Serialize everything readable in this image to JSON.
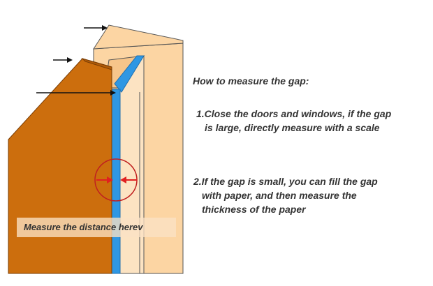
{
  "instructions": {
    "heading": "How to measure the gap:",
    "step1": [
      "1.Close the doors and windows, if the gap",
      "is large, directly measure with a scale"
    ],
    "step2": [
      "2.If the gap is small, you can fill the gap",
      "with paper, and then measure the",
      "thickness of the paper"
    ]
  },
  "diagram": {
    "caption": "Measure the distance herev",
    "colors": {
      "door": "#CC6E0D",
      "door_edge": "#9A4E06",
      "frame": "#FCD5A3",
      "gap": "#2F97E3",
      "arrow": "#E02020",
      "circle": "#C02020",
      "outline": "#444444"
    }
  }
}
